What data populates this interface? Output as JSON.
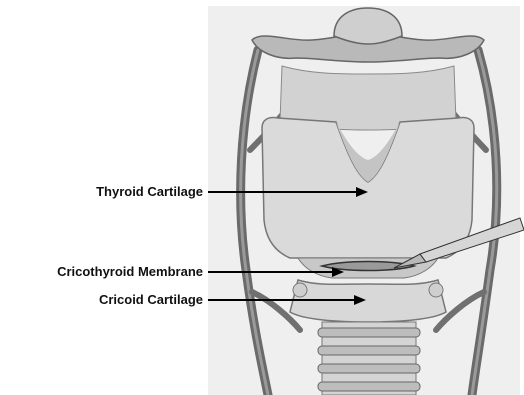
{
  "labels": {
    "thyroid_cartilage": "Thyroid Cartilage",
    "cricothyroid_membrane": "Cricothyroid Membrane",
    "cricoid_cartilage": "Cricoid Cartilage"
  },
  "colors": {
    "background": "#ffffff",
    "panel": "#efefef",
    "cartilage_light": "#dcdcdc",
    "cartilage_mid": "#c6c6c6",
    "vessel": "#6e6e6e",
    "text": "#111111"
  }
}
